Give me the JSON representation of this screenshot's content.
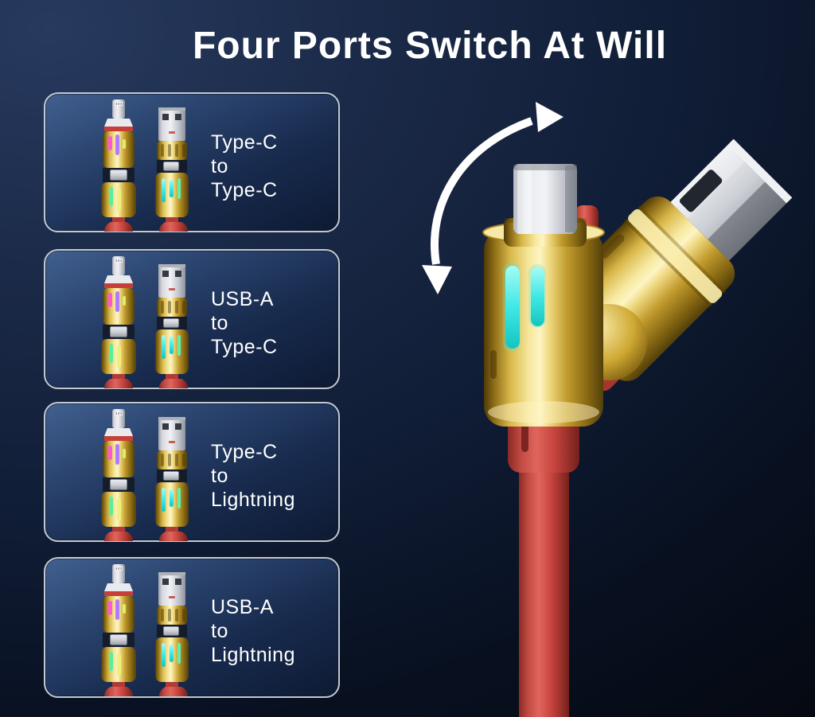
{
  "title": "Four Ports Switch At Will",
  "panels": [
    {
      "name": "type-c-to-type-c",
      "lines": [
        "Type-C",
        "to",
        "Type-C"
      ]
    },
    {
      "name": "usb-a-to-type-c",
      "lines": [
        "USB-A",
        "to",
        "Type-C"
      ]
    },
    {
      "name": "type-c-to-lightning",
      "lines": [
        "Type-C",
        "to",
        "Lightning"
      ]
    },
    {
      "name": "usb-a-to-lightning",
      "lines": [
        "USB-A",
        "to",
        "Lightning"
      ]
    }
  ],
  "hero": {
    "description": "Gold rotatable 4-in-1 cable head: Type-C tip pointing up, USB-A plug swiveled 45 degrees, cyan LED strips, red silicone cable below",
    "top_connector": "Type-C",
    "side_connector": "USB-A",
    "rotation_arrow": "bidirectional-curved-arrow"
  },
  "colors": {
    "background_top_left": "#273a5f",
    "background_bottom_right": "#04080f",
    "panel_gradient_top": "#41608f",
    "panel_gradient_bottom": "#0d1a33",
    "panel_border": "#c3c9d2",
    "title_text": "#ffffff",
    "label_text": "#ffffff",
    "gold": "#d4af37",
    "silver": "#d2d4da",
    "cable_red": "#c6443d",
    "led_cyan": "#3ee6e2",
    "led_pink": "#ff57d8",
    "led_violet": "#b07cff",
    "led_green": "#57f09a",
    "led_yellow": "#eef07a",
    "arrow": "#ffffff"
  }
}
